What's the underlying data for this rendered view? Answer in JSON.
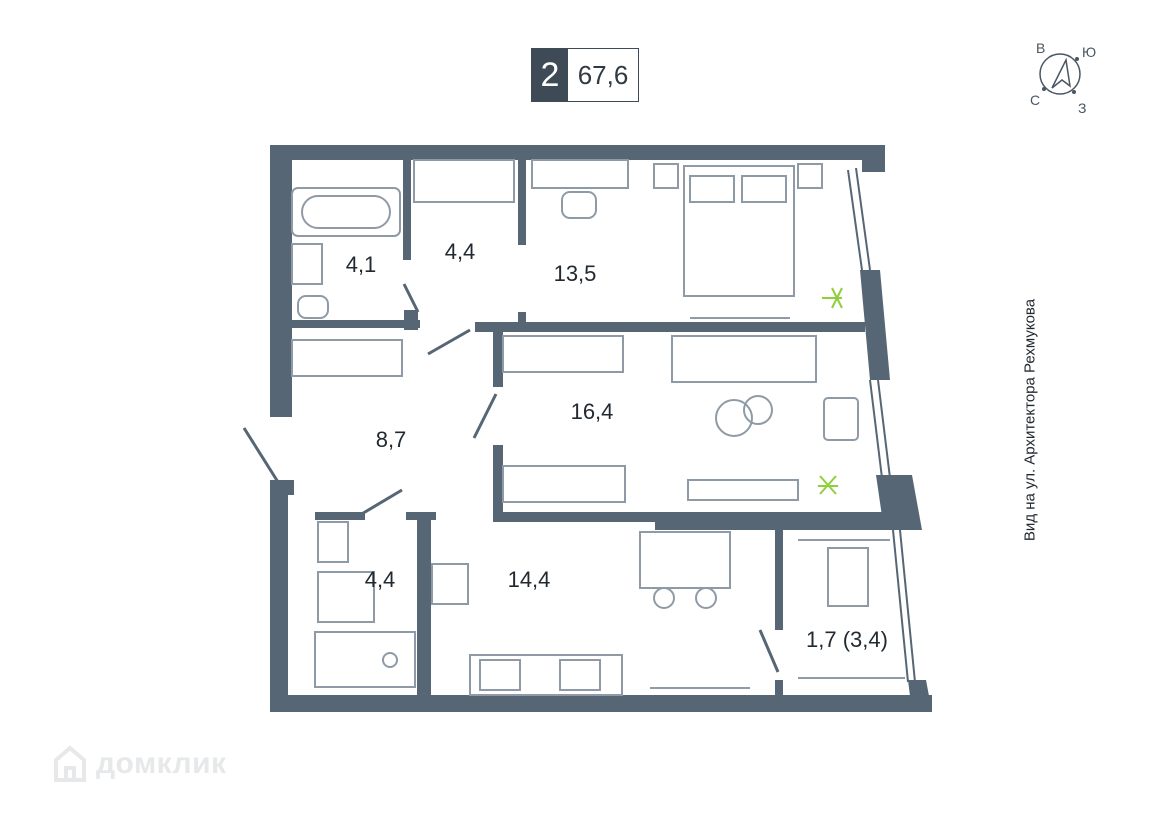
{
  "header": {
    "rooms_count": "2",
    "total_area": "67,6"
  },
  "compass": {
    "north_label": "С",
    "east_label": "В",
    "south_label": "Ю",
    "west_label": "З"
  },
  "view_label": "Вид на ул. Архитектора Рехмукова",
  "rooms": [
    {
      "id": "bathroom",
      "area": "4,1"
    },
    {
      "id": "dressing",
      "area": "4,4"
    },
    {
      "id": "bedroom",
      "area": "13,5"
    },
    {
      "id": "living",
      "area": "16,4"
    },
    {
      "id": "hall",
      "area": "8,7"
    },
    {
      "id": "toilet",
      "area": "4,4"
    },
    {
      "id": "kitchen",
      "area": "14,4"
    },
    {
      "id": "loggia",
      "area": "1,7 (3,4)"
    }
  ],
  "watermark": "домклик",
  "colors": {
    "wall": "#566675",
    "furniture": "#8e9ba7",
    "badge": "#3e4a55",
    "plant": "#8fcf3a"
  }
}
